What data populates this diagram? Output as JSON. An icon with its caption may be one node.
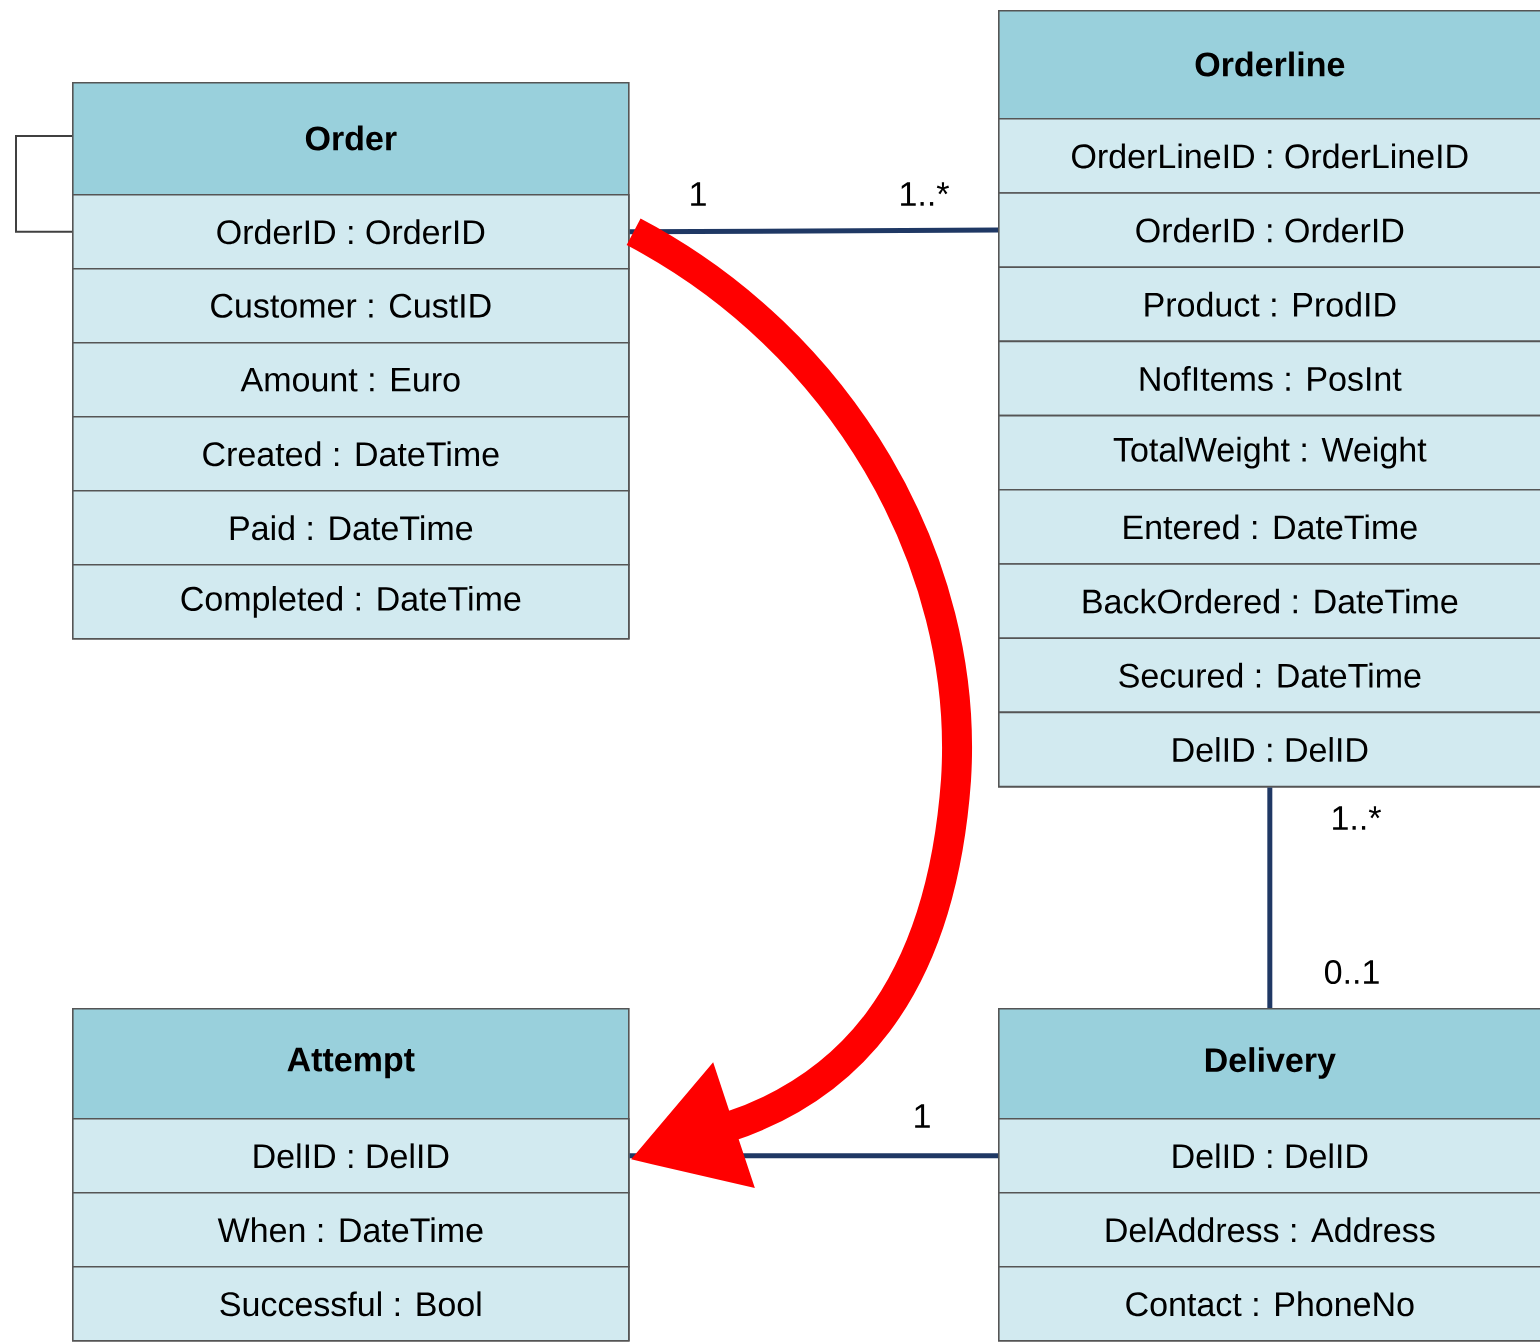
{
  "diagram": {
    "nodes": [
      {
        "text": [
          "Order"
        ]
      },
      {
        "text": [
          "OrderID : OrderID"
        ],
        "in": 0
      },
      {
        "text": [
          "Customer : CustID"
        ],
        "in": 0
      },
      {
        "text": [
          "Amount : Euro"
        ],
        "in": 0
      },
      {
        "text": [
          "Created : DateTime"
        ],
        "in": 0
      },
      {
        "text": [
          "Paid : DateTime"
        ],
        "in": 0
      },
      {
        "text": [
          "Completed : DateTime"
        ],
        "in": 0
      },
      {
        "text": [
          "Orderline"
        ]
      },
      {
        "text": [
          "OrderLineID : OrderLineID"
        ],
        "in": 7
      },
      {
        "text": [
          "OrderID : OrderID"
        ],
        "in": 7
      },
      {
        "text": [
          "Product : ProdID"
        ],
        "in": 7
      },
      {
        "text": [
          "NofItems : PosInt"
        ],
        "in": 7
      },
      {
        "text": [
          "TotalWeight : Weight"
        ],
        "in": 7
      },
      {
        "text": [
          "Entered : DateTime"
        ],
        "in": 7
      },
      {
        "text": [
          "BackOrdered : DateTime"
        ],
        "in": 7
      },
      {
        "text": [
          "Secured : DateTime"
        ],
        "in": 7
      },
      {
        "text": [
          "DelID : DelID"
        ],
        "in": 7
      },
      {
        "text": [
          "Attempt"
        ]
      },
      {
        "text": [
          "DelID : DelID"
        ],
        "in": 17
      },
      {
        "text": [
          "When : DateTime"
        ],
        "in": 17
      },
      {
        "text": [
          "Successful : Bool"
        ],
        "in": 17
      },
      {
        "text": [
          "Delivery"
        ]
      },
      {
        "text": [
          "DelID : DelID"
        ],
        "in": 21
      },
      {
        "text": [
          "DelAddress : Address"
        ],
        "in": 21
      },
      {
        "text": [
          "Contact : PhoneNo"
        ],
        "in": 21
      }
    ],
    "edges": [
      {
        "from": 0,
        "to": 1,
        "arrow": "none",
        "color": "#404040"
      },
      {
        "from": 1,
        "to": 9,
        "arrow": "none"
      },
      {
        "from": 7,
        "to": 21,
        "arrow": "none"
      },
      {
        "from": 22,
        "to": 18,
        "arrow": "none"
      },
      {
        "from": 1,
        "to": 18,
        "arrow": "to",
        "style": "thick",
        "color": "#ff0000"
      }
    ],
    "labels": [
      "1",
      "1..*",
      "1..*",
      "0..1",
      "1"
    ]
  }
}
